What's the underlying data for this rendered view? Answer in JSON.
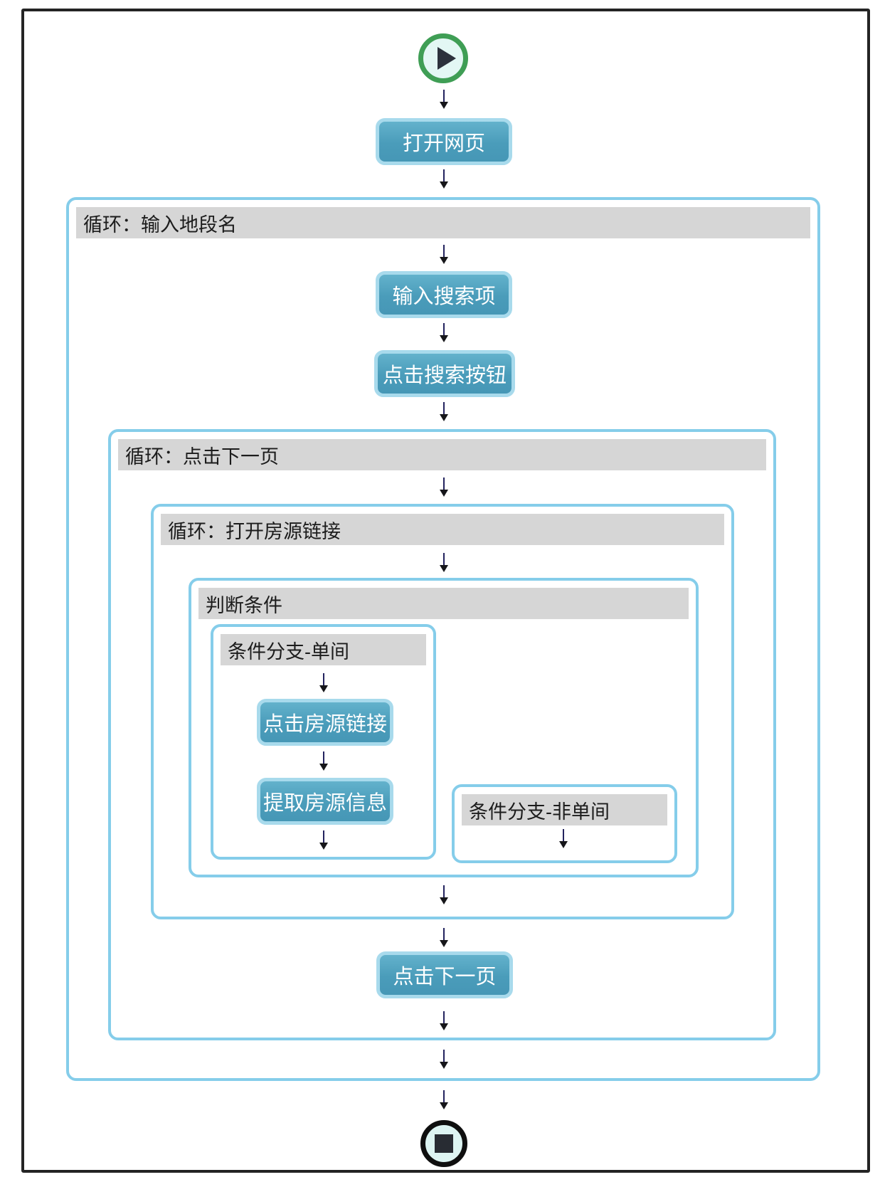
{
  "nodes": {
    "open_webpage": "打开网页",
    "input_search": "输入搜索项",
    "click_search": "点击搜索按钮",
    "click_listing": "点击房源链接",
    "extract_info": "提取房源信息",
    "click_next_page": "点击下一页"
  },
  "containers": {
    "loop_input_area": "循环：输入地段名",
    "loop_click_next": "循环：点击下一页",
    "loop_open_listing": "循环：打开房源链接",
    "condition": "判断条件",
    "branch_single_room": "条件分支-单间",
    "branch_not_single_room": "条件分支-非单间"
  },
  "icons": {
    "start": "play-icon",
    "end": "stop-icon",
    "connector": "arrow-down-icon"
  },
  "colors": {
    "frame_border": "#242424",
    "container_border": "#85cdea",
    "header_bg": "#d6d6d6",
    "header_text": "#1c1c1c",
    "button_bg": "#4a9cba",
    "button_border": "#a8daec",
    "button_text": "#ffffff",
    "start_ring": "#3f9e55",
    "end_ring": "#0f0f0f",
    "icon_fill": "#e3f7f4",
    "arrow": "#23235e"
  }
}
